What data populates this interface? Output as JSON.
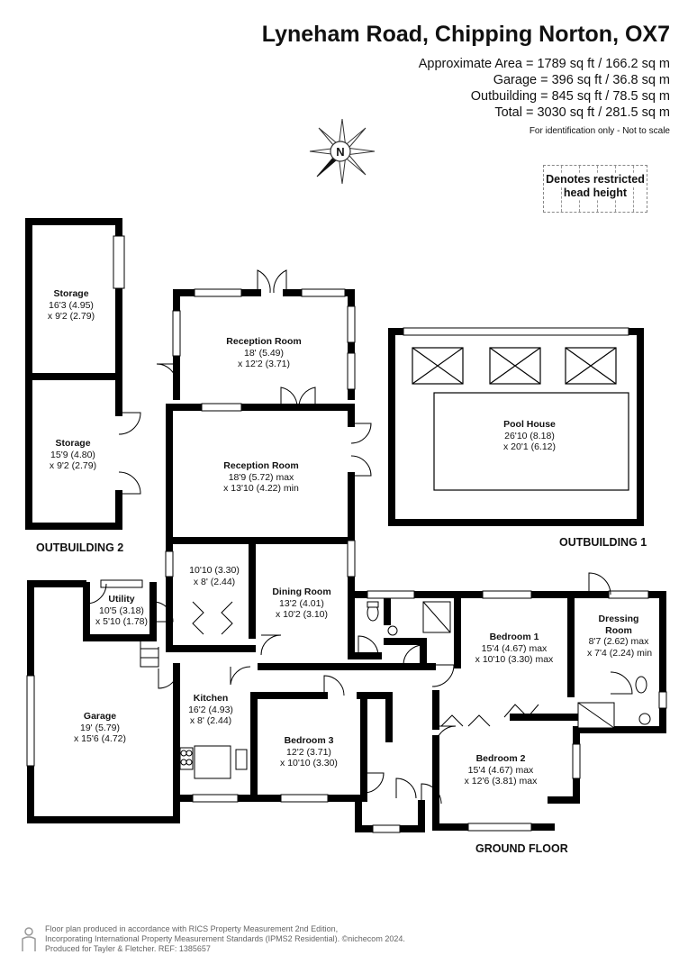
{
  "header": {
    "title": "Lyneham Road, Chipping Norton, OX7",
    "areas": [
      "Approximate Area = 1789 sq ft / 166.2 sq m",
      "Garage = 396 sq ft / 36.8 sq m",
      "Outbuilding = 845 sq ft / 78.5 sq m",
      "Total = 3030 sq ft / 281.5 sq m"
    ],
    "note": "For identification only - Not to scale"
  },
  "compass": {
    "letter": "N"
  },
  "legend": {
    "line1": "Denotes restricted",
    "line2": "head height"
  },
  "rooms": [
    {
      "id": "storage-top",
      "name": "Storage",
      "dim1": "16'3 (4.95)",
      "dim2": "x 9'2 (2.79)"
    },
    {
      "id": "storage-bottom",
      "name": "Storage",
      "dim1": "15'9 (4.80)",
      "dim2": "x 9'2 (2.79)"
    },
    {
      "id": "reception-top",
      "name": "Reception Room",
      "dim1": "18' (5.49)",
      "dim2": "x 12'2 (3.71)"
    },
    {
      "id": "reception-main",
      "name": "Reception Room",
      "dim1": "18'9 (5.72) max",
      "dim2": "x 13'10 (4.22) min"
    },
    {
      "id": "pool-house",
      "name": "Pool House",
      "dim1": "26'10 (8.18)",
      "dim2": "x 20'1 (6.12)"
    },
    {
      "id": "hall-store",
      "name": "",
      "dim1": "10'10 (3.30)",
      "dim2": "x 8' (2.44)"
    },
    {
      "id": "dining",
      "name": "Dining Room",
      "dim1": "13'2 (4.01)",
      "dim2": "x 10'2 (3.10)"
    },
    {
      "id": "utility",
      "name": "Utility",
      "dim1": "10'5 (3.18)",
      "dim2": "x 5'10 (1.78)"
    },
    {
      "id": "bedroom1",
      "name": "Bedroom 1",
      "dim1": "15'4 (4.67) max",
      "dim2": "x 10'10 (3.30) max"
    },
    {
      "id": "dressing",
      "name": "Dressing Room",
      "dim1": "8'7 (2.62) max",
      "dim2": "x 7'4 (2.24) min"
    },
    {
      "id": "kitchen",
      "name": "Kitchen",
      "dim1": "16'2 (4.93)",
      "dim2": "x 8' (2.44)"
    },
    {
      "id": "garage",
      "name": "Garage",
      "dim1": "19' (5.79)",
      "dim2": "x 15'6 (4.72)"
    },
    {
      "id": "bedroom3",
      "name": "Bedroom 3",
      "dim1": "12'2 (3.71)",
      "dim2": "x 10'10 (3.30)"
    },
    {
      "id": "bedroom2",
      "name": "Bedroom 2",
      "dim1": "15'4 (4.67) max",
      "dim2": "x 12'6 (3.81) max"
    }
  ],
  "sections": {
    "outbuilding2": "OUTBUILDING 2",
    "outbuilding1": "OUTBUILDING 1",
    "ground_floor": "GROUND FLOOR"
  },
  "footer": {
    "line1": "Floor plan produced in accordance with RICS Property Measurement 2nd Edition,",
    "line2": "Incorporating International Property Measurement Standards (IPMS2 Residential).  ©nichecom 2024.",
    "line3": "Produced for Tayler & Fletcher.    REF:    1385657"
  }
}
